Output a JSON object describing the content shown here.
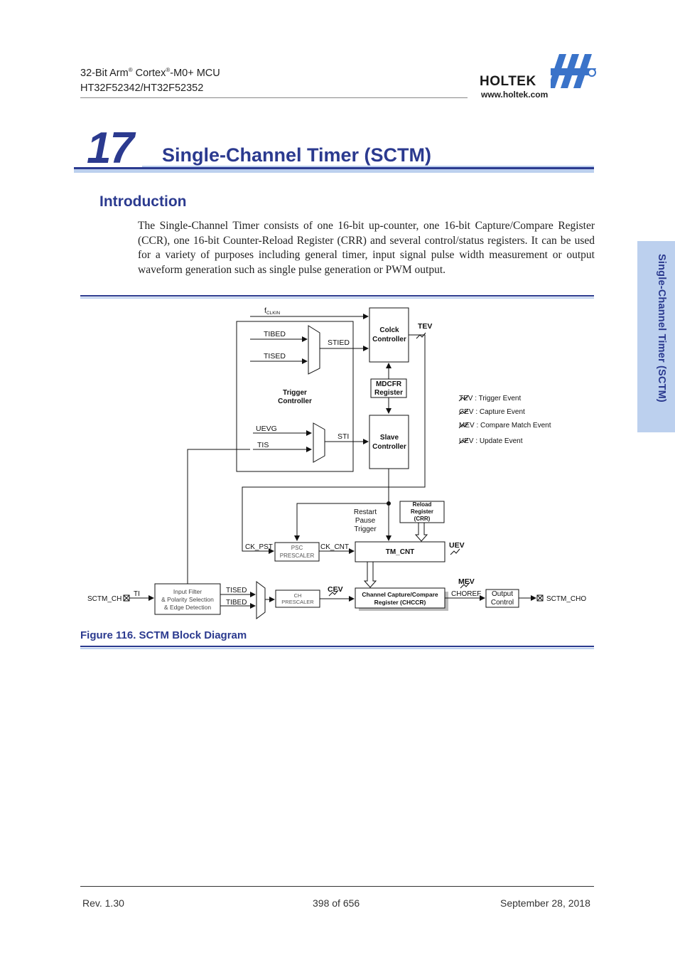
{
  "header": {
    "product_line_a": "32-Bit Arm",
    "product_line_b": " Cortex",
    "product_line_c": "-M0+ MCU",
    "registered_mark": "®",
    "part_numbers": "HT32F52342/HT32F52352",
    "logo_text": "HOLTEK",
    "logo_url": "www.holtek.com"
  },
  "chapter": {
    "number": "17",
    "title": "Single-Channel Timer (SCTM)"
  },
  "side_tab": "Single-Channel Timer (SCTM)",
  "section": {
    "title": "Introduction",
    "body": "The Single-Channel Timer consists of one 16-bit up-counter, one 16-bit Capture/Compare Register (CCR), one 16-bit Counter-Reload Register (CRR) and several control/status registers. It can be used for a variety of purposes including general timer, input signal pulse width measurement or output waveform generation such as single pulse generation or PWM output."
  },
  "diagram": {
    "f_clkin_f": "f",
    "f_clkin_sub": "CLKIN",
    "tibed": "TIBED",
    "tised": "TISED",
    "stied": "STIED",
    "trigger_controller_1": "Trigger",
    "trigger_controller_2": "Controller",
    "uevg": "UEVG",
    "tis": "TIS",
    "sti": "STI",
    "clock_controller_1": "Colck",
    "clock_controller_2": "Controller",
    "tev": "TEV",
    "mdcfr_1": "MDCFR",
    "mdcfr_2": "Register",
    "slave_1": "Slave",
    "slave_2": "Controller",
    "legend_tev": "TEV : Trigger Event",
    "legend_cev": "CEV : Capture Event",
    "legend_mev": "MEV : Compare Match Event",
    "legend_uev": "UEV : Update Event",
    "restart": "Restart",
    "pause": "Pause",
    "trigger": "Trigger",
    "reload_1": "Reload",
    "reload_2": "Register",
    "reload_3": "(CRR)",
    "ck_pst": "CK_PST",
    "psc_1": "PSC",
    "psc_2": "PRESCALER",
    "ck_cnt": "CK_CNT",
    "tm_cnt": "TM_CNT",
    "uev": "UEV",
    "sctm_ch": "SCTM_CH",
    "ti": "TI",
    "filter_1": "Input Filter",
    "filter_2": "&  Polarity Selection",
    "filter_3": "& Edge Detection",
    "tised2": "TISED",
    "tibed2": "TIBED",
    "ch_1": "CH",
    "ch_2": "PRESCALER",
    "cev": "CEV",
    "chccr_1": "Channel Capture/Compare",
    "chccr_2": "Register (CHCCR)",
    "mev": "MEV",
    "choref": "CHOREF",
    "output_1": "Output",
    "output_2": "Control",
    "sctm_cho": "SCTM_CHO"
  },
  "figure_caption": "Figure 116.  SCTM Block Diagram",
  "footer": {
    "revision": "Rev. 1.30",
    "page": "398 of 656",
    "date": "September 28, 2018"
  },
  "colors": {
    "brand_blue": "#2b3a8f",
    "light_blue": "#bcd0ee"
  }
}
